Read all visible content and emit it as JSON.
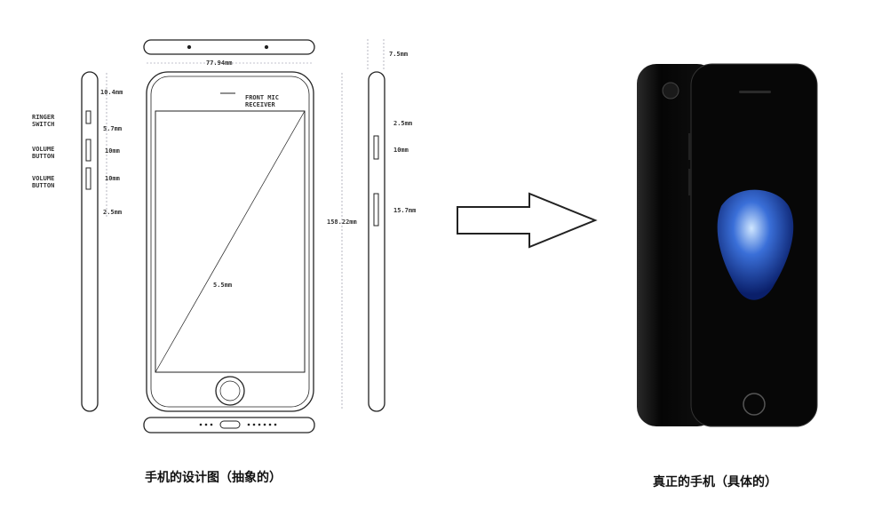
{
  "blueprint": {
    "labels": {
      "width": "77.94mm",
      "height": "158.22mm",
      "depth": "7.5mm",
      "screen": "5.5mm",
      "top_gap": "10.4mm",
      "ringer_size": "5.7mm",
      "vol_up": "10mm",
      "vol_down": "10mm",
      "left_gap": "2.5mm",
      "right_gap": "2.5mm",
      "right_btn": "10mm",
      "sleep_btn": "15.7mm",
      "ringer_switch_1": "RINGER",
      "ringer_switch_2": "SWITCH",
      "volume_1_1": "VOLUME",
      "volume_1_2": "BUTTON",
      "volume_2_1": "VOLUME",
      "volume_2_2": "BUTTON",
      "front_mic_1": "FRONT MIC",
      "front_mic_2": "RECEIVER"
    },
    "caption": "手机的设计图（抽象的）"
  },
  "real_phone": {
    "caption": "真正的手机（具体的）"
  }
}
